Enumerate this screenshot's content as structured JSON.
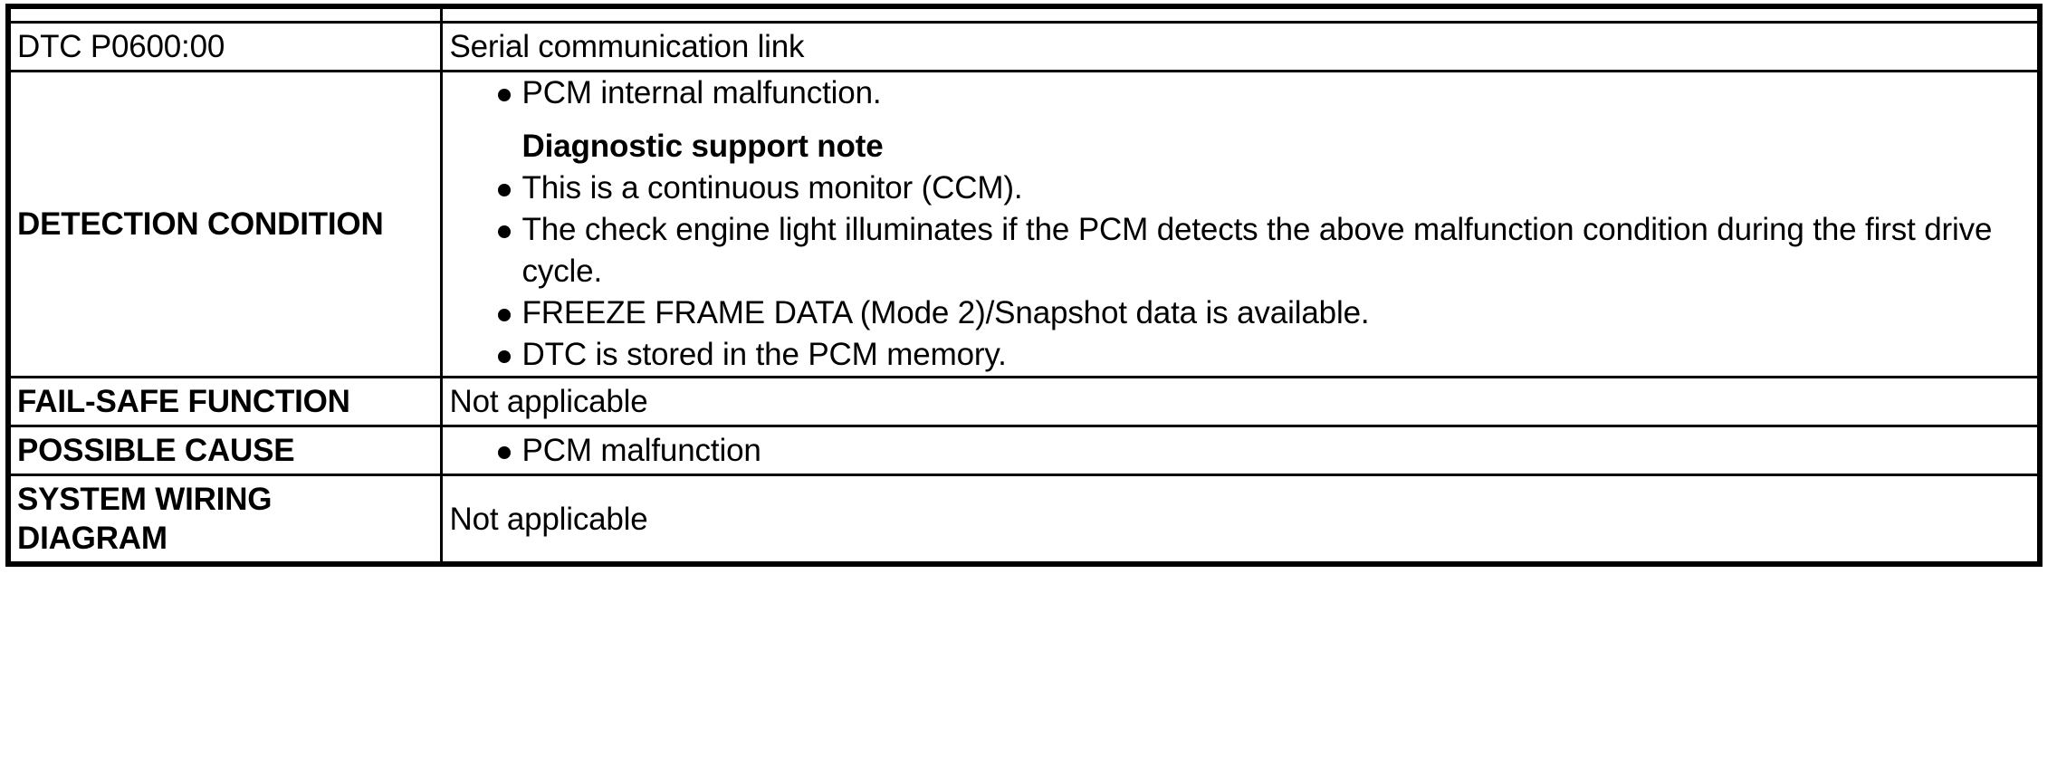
{
  "document": {
    "type": "dtc-diagnostic-table",
    "rows": [
      {
        "label": "DTC P0600:00",
        "label_bold": false,
        "value_kind": "text",
        "value": "Serial communication link"
      },
      {
        "label": "DETECTION CONDITION",
        "label_bold": true,
        "value_kind": "list",
        "items": [
          {
            "kind": "bullet",
            "text": "PCM internal malfunction."
          },
          {
            "kind": "note",
            "text": "Diagnostic support note"
          },
          {
            "kind": "bullet",
            "text": "This is a continuous monitor (CCM)."
          },
          {
            "kind": "bullet",
            "text": "The check engine light illuminates if the PCM detects the above malfunction condition during the first drive cycle."
          },
          {
            "kind": "bullet",
            "text": "FREEZE FRAME DATA (Mode 2)/Snapshot data is available."
          },
          {
            "kind": "bullet",
            "text": "DTC is stored in the PCM memory."
          }
        ]
      },
      {
        "label": "FAIL-SAFE FUNCTION",
        "label_bold": true,
        "value_kind": "text",
        "value": "Not applicable"
      },
      {
        "label": "POSSIBLE CAUSE",
        "label_bold": true,
        "value_kind": "list",
        "items": [
          {
            "kind": "bullet",
            "text": "PCM malfunction"
          }
        ]
      },
      {
        "label": "SYSTEM WIRING DIAGRAM",
        "label_line1": "SYSTEM WIRING",
        "label_line2": "DIAGRAM",
        "label_bold": true,
        "value_kind": "text",
        "value": "Not applicable"
      }
    ],
    "colors": {
      "border": "#000000",
      "text": "#000000",
      "background": "#ffffff"
    }
  },
  "r0": {
    "label": "DTC P0600:00",
    "value": "Serial communication link"
  },
  "r1": {
    "label": "DETECTION CONDITION",
    "i0": "PCM internal malfunction.",
    "i1": "Diagnostic support note",
    "i2": "This is a continuous monitor (CCM).",
    "i3": "The check engine light illuminates if the PCM detects the above malfunction condition during the first drive cycle.",
    "i4": "FREEZE FRAME DATA (Mode 2)/Snapshot data is available.",
    "i5": "DTC is stored in the PCM memory."
  },
  "r2": {
    "label": "FAIL-SAFE FUNCTION",
    "value": "Not applicable"
  },
  "r3": {
    "label": "POSSIBLE CAUSE",
    "i0": "PCM malfunction"
  },
  "r4": {
    "label_line1": "SYSTEM WIRING",
    "label_line2": "DIAGRAM",
    "value": "Not applicable"
  }
}
